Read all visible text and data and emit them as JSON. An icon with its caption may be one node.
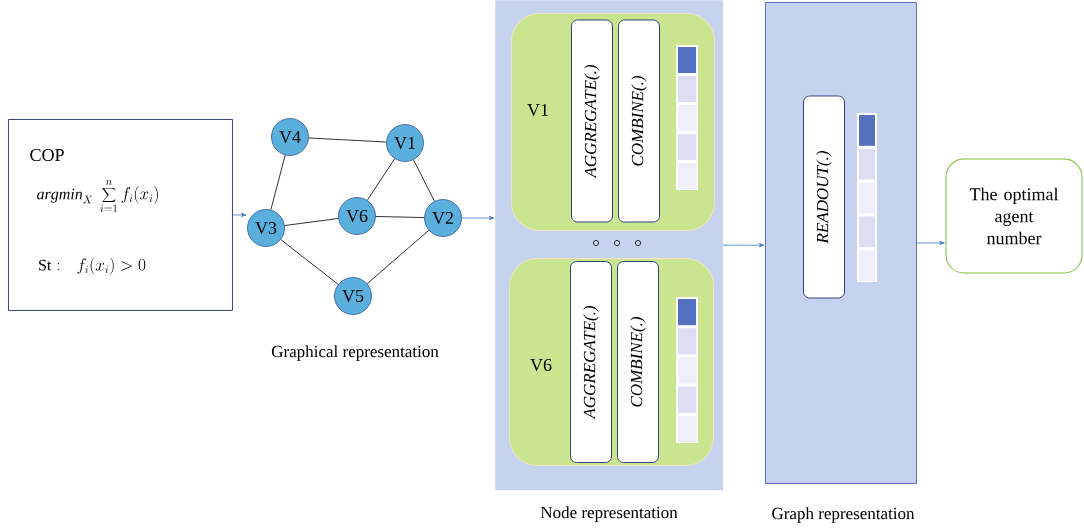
{
  "diagram": {
    "nodes": [
      {
        "text": [
          "COP",
          "\\mathit{argmin}_X\\ \\sum_{i=1}^{n} f_i(x_i)",
          "\\mathrm{St:}\\quad f_i(x_i)>0"
        ]
      },
      {
        "text": [
          "V4"
        ]
      },
      {
        "text": [
          "V1"
        ]
      },
      {
        "text": [
          "V6"
        ]
      },
      {
        "text": [
          "V3"
        ]
      },
      {
        "text": [
          "V2"
        ]
      },
      {
        "text": [
          "V5"
        ]
      },
      {
        "text": [
          "Node representation"
        ]
      },
      {
        "text": [
          "V1"
        ],
        "in": 7
      },
      {
        "text": [
          "AGGREGATE(.)"
        ],
        "in": 8
      },
      {
        "text": [
          "COMBINE(.)"
        ],
        "in": 8
      },
      {
        "text": [
          "V6"
        ],
        "in": 7
      },
      {
        "text": [
          "AGGREGATE(.)"
        ],
        "in": 11
      },
      {
        "text": [
          "COMBINE(.)"
        ],
        "in": 11
      },
      {
        "text": [
          "Graph representation"
        ]
      },
      {
        "text": [
          "READOUT(.)"
        ],
        "in": 14
      },
      {
        "text": [
          "The optimal agent number"
        ]
      }
    ],
    "edges": [
      {
        "from": 0,
        "to": 4,
        "arrow": "to",
        "color": "#4472c4"
      },
      {
        "from": 1,
        "to": 2,
        "arrow": "none"
      },
      {
        "from": 1,
        "to": 4,
        "arrow": "none"
      },
      {
        "from": 2,
        "to": 3,
        "arrow": "none"
      },
      {
        "from": 2,
        "to": 5,
        "arrow": "none"
      },
      {
        "from": 4,
        "to": 3,
        "arrow": "none"
      },
      {
        "from": 3,
        "to": 5,
        "arrow": "none"
      },
      {
        "from": 4,
        "to": 6,
        "arrow": "none"
      },
      {
        "from": 5,
        "to": 6,
        "arrow": "none"
      },
      {
        "from": 5,
        "to": 7,
        "arrow": "to",
        "color": "#4472c4"
      },
      {
        "from": 7,
        "to": 14,
        "arrow": "to",
        "color": "#4472c4"
      },
      {
        "from": 14,
        "to": 16,
        "arrow": "to",
        "color": "#4472c4"
      }
    ],
    "labels": [
      "Graphical representation"
    ]
  }
}
